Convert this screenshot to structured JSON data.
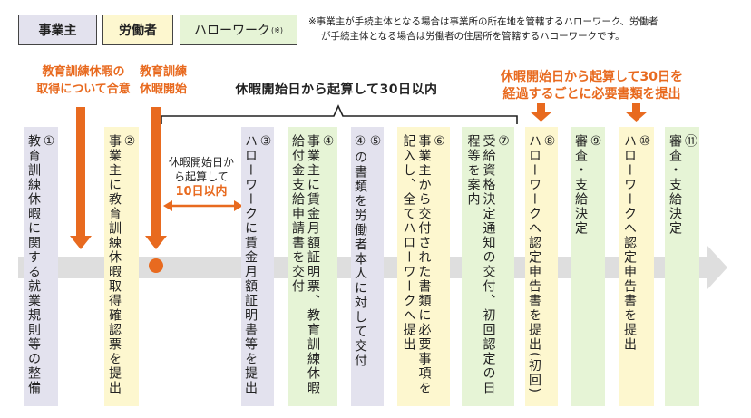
{
  "legend": {
    "employer": "事業主",
    "worker": "労働者",
    "hellowork": "ハローワーク",
    "hellowork_mark": "(※)"
  },
  "note": {
    "line1": "※事業主が手続主体となる場合は事業所の所在地を管轄するハローワーク、労働者",
    "line2": "が手続主体となる場合は労働者の住居所を管轄するハローワークです。"
  },
  "labels": {
    "agreement": "教育訓練休暇の\n取得について合意",
    "leave_start": "教育訓練\n休暇開始",
    "within_30_days": "休暇開始日から起算して30日以内",
    "mid_text": "休暇開始日か\nら起算して",
    "mid_emph": "10日以内",
    "every_30_days": "休暇開始日から起算して30日を\n経過するごとに必要書類を提出"
  },
  "steps": [
    {
      "text": "①\n教育訓練休暇に関する就業規則等の整備",
      "role": "employer"
    },
    {
      "text": "②\n事業主に教育訓練休暇取得確認票を提出",
      "role": "worker"
    },
    {
      "text": "③\nハローワークに賃金月額証明書等を提出",
      "role": "employer"
    },
    {
      "text": "④\n事業主に賃金月額証明票、教育訓練休暇\n給付金支給申請書を交付",
      "role": "hellowork"
    },
    {
      "text": "⑤\n④の書類を労働者本人に対して交付",
      "role": "employer"
    },
    {
      "text": "⑥\n事業主から交付された書類に必要事項を\n記入し、全てハローワークへ提出",
      "role": "worker"
    },
    {
      "text": "⑦\n受給資格決定通知の交付、初回認定の日\n程等を案内",
      "role": "hellowork"
    },
    {
      "text": "⑧\nハローワークへ認定申告書を提出(初回)",
      "role": "worker"
    },
    {
      "text": "⑨\n審査・支給決定",
      "role": "hellowork"
    },
    {
      "text": "⑩\nハローワークへ認定申告書を提出",
      "role": "worker"
    },
    {
      "text": "⑪\n審査・支給決定",
      "role": "hellowork"
    }
  ],
  "colors": {
    "employer": "#e3e2ee",
    "worker": "#fdf7cf",
    "hellowork": "#e6f4d6",
    "accent": "#e86a1f",
    "band": "#dedede"
  }
}
